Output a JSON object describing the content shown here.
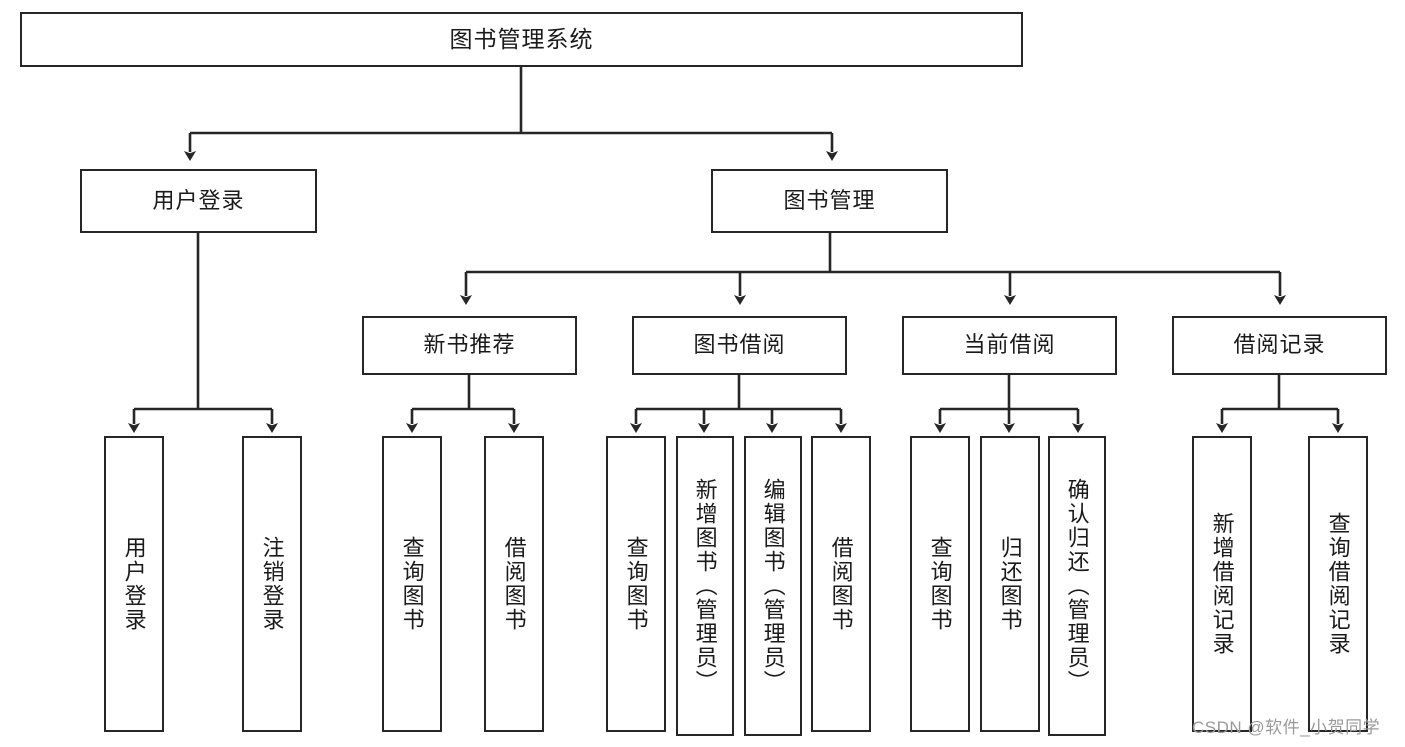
{
  "diagram": {
    "title": "图书管理系统",
    "type": "tree-hierarchy-functional-structure",
    "root": {
      "label": "图书管理系统"
    },
    "level2": [
      {
        "label": "用户登录"
      },
      {
        "label": "图书管理"
      }
    ],
    "level3": [
      {
        "label": "新书推荐"
      },
      {
        "label": "图书借阅"
      },
      {
        "label": "当前借阅"
      },
      {
        "label": "借阅记录"
      }
    ],
    "leaves": {
      "user_login": [
        {
          "label": "用户登录"
        },
        {
          "label": "注销登录"
        }
      ],
      "new_book_recommend": [
        {
          "label": "查询图书"
        },
        {
          "label": "借阅图书"
        }
      ],
      "book_borrow": [
        {
          "label": "查询图书"
        },
        {
          "label": "新增图书（管理员）"
        },
        {
          "label": "编辑图书（管理员）"
        },
        {
          "label": "借阅图书"
        }
      ],
      "current_borrow": [
        {
          "label": "查询图书"
        },
        {
          "label": "归还图书"
        },
        {
          "label": "确认归还（管理员）"
        }
      ],
      "borrow_record": [
        {
          "label": "新增借阅记录"
        },
        {
          "label": "查询借阅记录"
        }
      ]
    }
  },
  "watermark": {
    "text": "CSDN @软件_小贺同学"
  },
  "colors": {
    "stroke": "#262626",
    "text": "#1a1a1a",
    "background": "#ffffff",
    "watermark": "#9a9a9a"
  }
}
